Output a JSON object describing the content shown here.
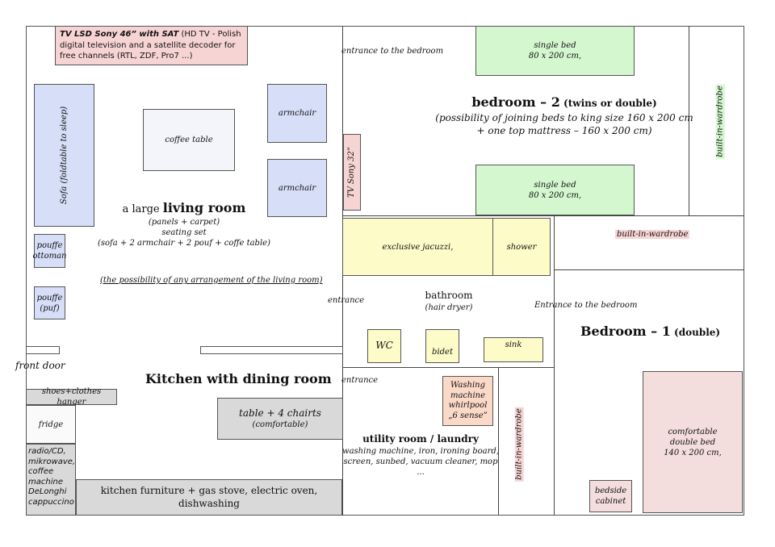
{
  "tv_big": {
    "title": "TV LSD Sony 46” with SAT",
    "desc1": " (HD TV - Polish",
    "desc2": "digital television and a satellite decoder for",
    "desc3": "free channels (RTL, ZDF, Pro7 ...)"
  },
  "living": {
    "sofa": "Sofa (foldtable to sleep)",
    "coffee_table": "coffee table",
    "armchair1": "armchair",
    "armchair2": "armchair",
    "pouffe1_line1": "pouffe",
    "pouffe1_line2": "ottoman",
    "pouffe2_line1": "pouffe",
    "pouffe2_line2": "(puf)",
    "title_prefix": "a large ",
    "title_main": "living room",
    "sub1": "(panels + carpet)",
    "sub2": "seating set",
    "sub3": "(sofa + 2 armchair + 2 pouf + coffe table)",
    "arrangement": "(the possibility of any arrangement of the living room)"
  },
  "front_door": "front door",
  "kitchen": {
    "title": "Kitchen with dining room",
    "shoes": "shoes+clothes hanger",
    "fridge": "fridge",
    "appliances": [
      "radio/CD,",
      "mikrowave,",
      "coffee",
      "machine",
      "DeLonghi",
      "cappuccino"
    ],
    "table_line1": "table + 4 chairts",
    "table_line2": "(comfortable)",
    "furniture_line1": "kitchen furniture + gas stove, electric oven,",
    "furniture_line2": "dishwashing"
  },
  "bedroom2": {
    "entrance": "entrance to the bedroom",
    "bed1_line1": "single bed",
    "bed1_line2": "80 x 200 cm,",
    "bed2_line1": "single bed",
    "bed2_line2": "80 x 200 cm,",
    "title_main": "bedroom – 2",
    "title_suffix": " (twins or double)",
    "note1": "(possibility of joining beds to king size 160 x 200 cm",
    "note2": "+ one top mattress – 160 x 200 cm)",
    "wardrobe": "built-in-wardrobe",
    "tv": "TV Sony 32”"
  },
  "bathroom": {
    "jacuzzi": "exclusive jacuzzi,",
    "shower": "shower",
    "entrance": "entrance",
    "title": "bathroom",
    "subtitle": "(hair dryer)",
    "wc": "WC",
    "bidet": "bidet",
    "sink": "sink"
  },
  "bedroom1": {
    "wardrobe": "built-in-wardrobe",
    "entrance": "Entrance to the bedroom",
    "title_main": "Bedroom – 1",
    "title_suffix": " (double)",
    "bed_line1": "comfortable",
    "bed_line2": "double bed",
    "bed_line3": "140 x 200 cm,",
    "bedside_line1": "bedside",
    "bedside_line2": "cabinet"
  },
  "utility": {
    "entrance": "entrance",
    "washing": [
      "Washing",
      "machine",
      "whirlpool",
      "„6 sense”"
    ],
    "title": "utility room / laundry",
    "desc1": "washing machine, iron, ironing board,",
    "desc2": "screen, sunbed, vacuum cleaner, mop ...",
    "wardrobe": "built-in-wardrobe"
  }
}
